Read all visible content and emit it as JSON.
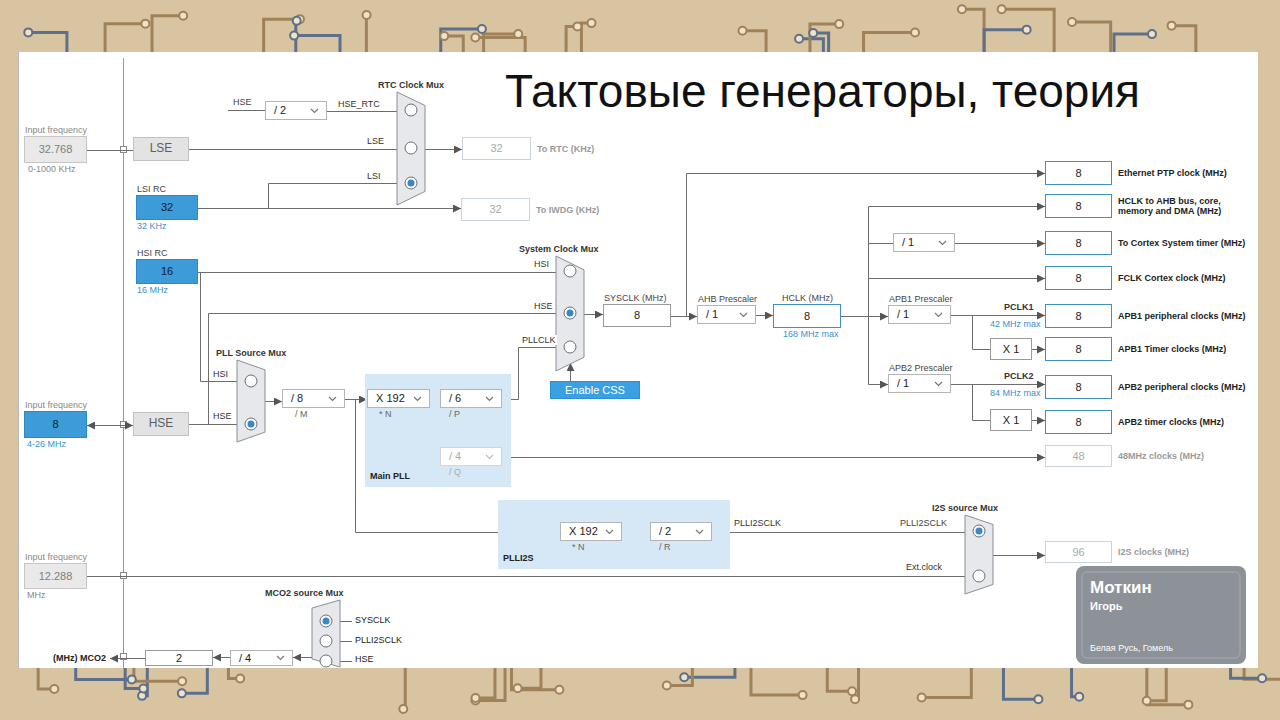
{
  "diagram": {
    "title": "Тактовые генераторы, теория",
    "nodes": [
      {
        "text": [
          "Input frequency",
          "32.768",
          "0-1000 KHz"
        ]
      },
      {
        "text": [
          "LSE"
        ]
      },
      {
        "text": [
          "/ 2"
        ]
      },
      {
        "text": [
          "RTC Clock Mux"
        ]
      },
      {
        "text": [
          "32",
          "To RTC (KHz)"
        ]
      },
      {
        "text": [
          "LSI RC",
          "32",
          "32 KHz"
        ]
      },
      {
        "text": [
          "32",
          "To IWDG (KHz)"
        ]
      },
      {
        "text": [
          "HSI RC",
          "16",
          "16 MHz"
        ]
      },
      {
        "text": [
          "System Clock Mux"
        ]
      },
      {
        "text": [
          "SYSCLK (MHz)",
          "8"
        ]
      },
      {
        "text": [
          "AHB Prescaler",
          "/ 1"
        ]
      },
      {
        "text": [
          "HCLK (MHz)",
          "8",
          "168 MHz max"
        ]
      },
      {
        "text": [
          "8",
          "Ethernet PTP clock (MHz)"
        ]
      },
      {
        "text": [
          "8",
          "HCLK to AHB bus, core, memory and DMA (MHz)"
        ]
      },
      {
        "text": [
          "/ 1"
        ]
      },
      {
        "text": [
          "8",
          "To Cortex System timer (MHz)"
        ]
      },
      {
        "text": [
          "8",
          "FCLK Cortex clock (MHz)"
        ]
      },
      {
        "text": [
          "APB1 Prescaler",
          "/ 1"
        ]
      },
      {
        "text": [
          "8",
          "APB1 peripheral clocks (MHz)"
        ]
      },
      {
        "text": [
          "X 1"
        ]
      },
      {
        "text": [
          "8",
          "APB1 Timer clocks (MHz)"
        ]
      },
      {
        "text": [
          "APB2 Prescaler",
          "/ 1"
        ]
      },
      {
        "text": [
          "8",
          "APB2 peripheral clocks (MHz)"
        ]
      },
      {
        "text": [
          "X 1"
        ]
      },
      {
        "text": [
          "8",
          "APB2 timer clocks (MHz)"
        ]
      },
      {
        "text": [
          "Input frequency",
          "8",
          "4-26 MHz"
        ]
      },
      {
        "text": [
          "HSE"
        ]
      },
      {
        "text": [
          "PLL Source Mux"
        ]
      },
      {
        "text": [
          "/ 8",
          "/ M"
        ]
      },
      {
        "text": [
          "Main PLL"
        ]
      },
      {
        "text": [
          "X 192",
          "* N"
        ],
        "in": 29
      },
      {
        "text": [
          "/ 6",
          "/ P"
        ],
        "in": 29
      },
      {
        "text": [
          "/ 4",
          "/ Q"
        ],
        "in": 29
      },
      {
        "text": [
          "Enable CSS"
        ]
      },
      {
        "text": [
          "48",
          "48MHz clocks (MHz)"
        ]
      },
      {
        "text": [
          "PLLI2S"
        ]
      },
      {
        "text": [
          "X 192",
          "* N"
        ],
        "in": 35
      },
      {
        "text": [
          "/ 2",
          "/ R"
        ],
        "in": 35
      },
      {
        "text": [
          "I2S source Mux"
        ]
      },
      {
        "text": [
          "96",
          "I2S clocks (MHz)"
        ]
      },
      {
        "text": [
          "Input frequency",
          "12.288",
          "MHz"
        ]
      },
      {
        "text": [
          "MCO2 source Mux"
        ]
      },
      {
        "text": [
          "/ 4"
        ]
      },
      {
        "text": [
          "2",
          "(MHz) MCO2"
        ]
      }
    ],
    "edges": [
      {
        "from": 0,
        "to": 1,
        "arrow": "none"
      },
      {
        "from": 25,
        "to": 26,
        "arrow": "both"
      },
      {
        "from": 2,
        "to": 3,
        "label": "HSE_RTC",
        "arrow": "none"
      },
      {
        "from": 1,
        "to": 3,
        "label": "LSE",
        "arrow": "none"
      },
      {
        "from": 5,
        "to": 3,
        "label": "LSI",
        "arrow": "none"
      },
      {
        "from": 5,
        "to": 6,
        "arrow": "to"
      },
      {
        "from": 3,
        "to": 4,
        "arrow": "to"
      },
      {
        "from": 7,
        "to": 8,
        "label": "HSI",
        "arrow": "none"
      },
      {
        "from": 26,
        "to": 8,
        "label": "HSE",
        "arrow": "none"
      },
      {
        "from": 7,
        "to": 27,
        "label": "HSI",
        "arrow": "none"
      },
      {
        "from": 26,
        "to": 27,
        "label": "HSE",
        "arrow": "none"
      },
      {
        "from": 27,
        "to": 28,
        "arrow": "to"
      },
      {
        "from": 28,
        "to": 30,
        "arrow": "to"
      },
      {
        "from": 30,
        "to": 31,
        "arrow": "none"
      },
      {
        "from": 30,
        "to": 32,
        "arrow": "none"
      },
      {
        "from": 31,
        "to": 8,
        "label": "PLLCLK",
        "arrow": "none"
      },
      {
        "from": 32,
        "to": 34,
        "arrow": "to"
      },
      {
        "from": 28,
        "to": 36,
        "arrow": "to"
      },
      {
        "from": 36,
        "to": 37,
        "arrow": "none"
      },
      {
        "from": 37,
        "to": 38,
        "label": "PLLI2SCLK",
        "arrow": "none"
      },
      {
        "from": 40,
        "to": 38,
        "label": "Ext.clock",
        "arrow": "none"
      },
      {
        "from": 38,
        "to": 39,
        "arrow": "to"
      },
      {
        "from": 33,
        "to": 8,
        "arrow": "to"
      },
      {
        "from": 8,
        "to": 9,
        "arrow": "to"
      },
      {
        "from": 9,
        "to": 10,
        "arrow": "to"
      },
      {
        "from": 10,
        "to": 11,
        "arrow": "to"
      },
      {
        "from": 9,
        "to": 12,
        "arrow": "to"
      },
      {
        "from": 11,
        "to": 13,
        "arrow": "to"
      },
      {
        "from": 11,
        "to": 14,
        "arrow": "none"
      },
      {
        "from": 14,
        "to": 15,
        "arrow": "to"
      },
      {
        "from": 11,
        "to": 16,
        "arrow": "to"
      },
      {
        "from": 11,
        "to": 17,
        "arrow": "to"
      },
      {
        "from": 11,
        "to": 21,
        "arrow": "to"
      },
      {
        "from": 17,
        "to": 18,
        "label": "PCLK1",
        "arrow": "to"
      },
      {
        "from": 17,
        "to": 19,
        "arrow": "none"
      },
      {
        "from": 19,
        "to": 20,
        "arrow": "to"
      },
      {
        "from": 21,
        "to": 22,
        "label": "PCLK2",
        "arrow": "to"
      },
      {
        "from": 21,
        "to": 23,
        "arrow": "none"
      },
      {
        "from": 23,
        "to": 24,
        "arrow": "to"
      },
      {
        "from": 41,
        "to": 42,
        "arrow": "to"
      },
      {
        "from": 42,
        "to": 43,
        "arrow": "to"
      }
    ],
    "labels": [
      "HSE",
      "42 MHz max",
      "84 MHz max",
      "PLLI2SCLK",
      "SYSCLK",
      "PLLI2SCLK",
      "HSE",
      "Моткин",
      "Игорь",
      "Белая Русь, Гомель"
    ]
  }
}
